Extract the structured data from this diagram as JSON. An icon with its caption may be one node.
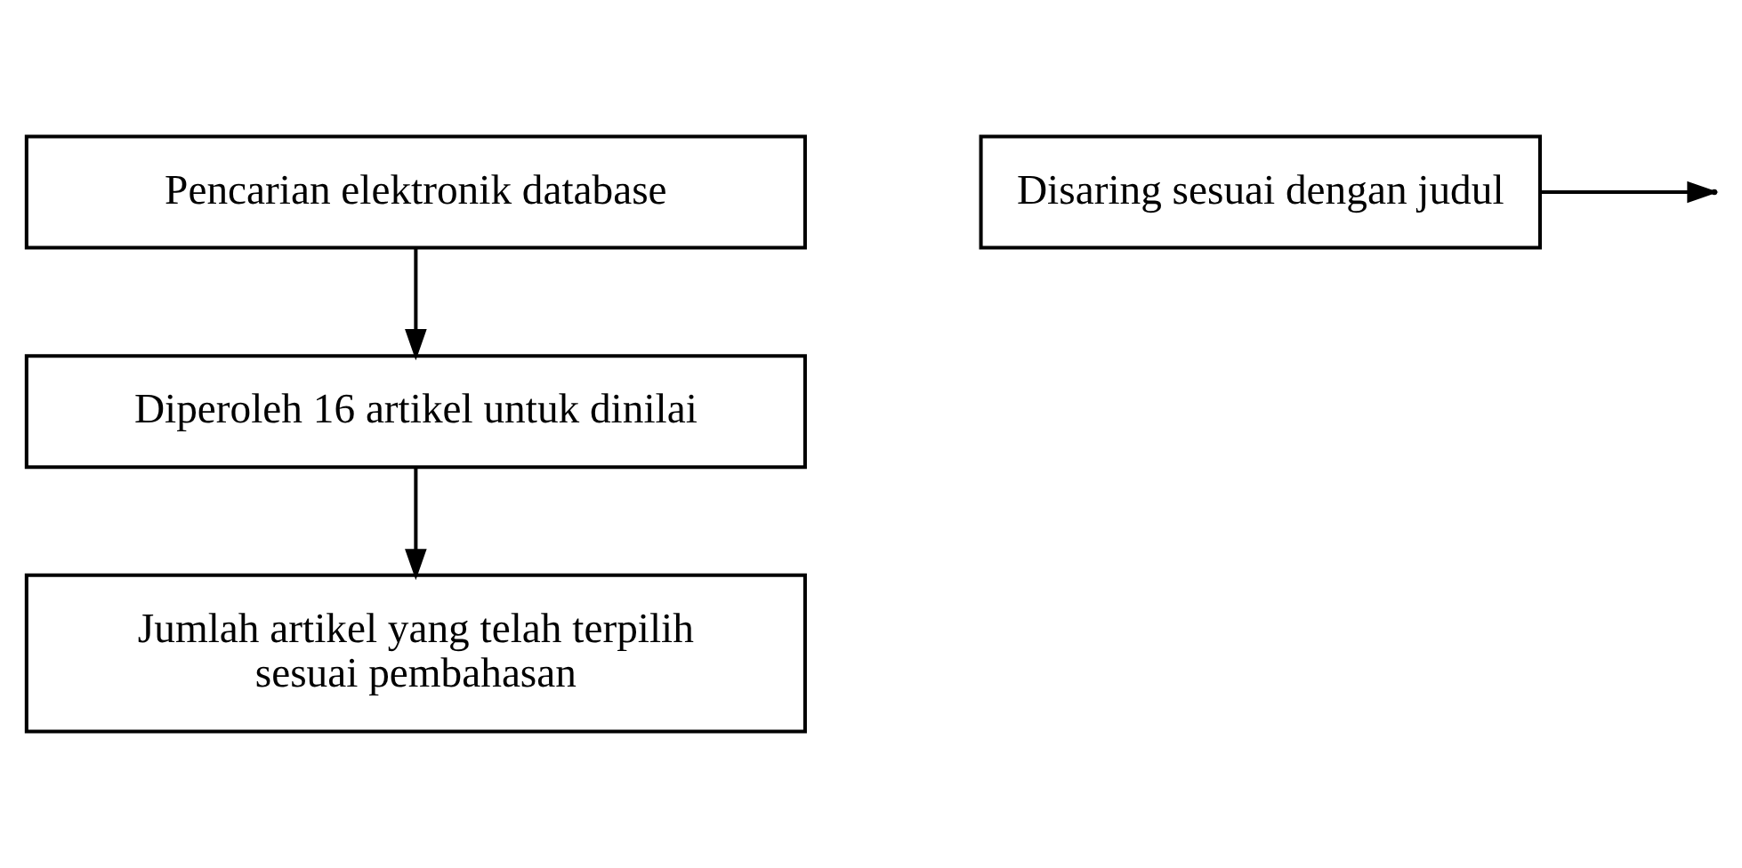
{
  "diagram": {
    "nodes": [
      {
        "text": [
          "Pencarian elektronik database"
        ]
      },
      {
        "text": [
          "Diperoleh 16 artikel untuk dinilai"
        ]
      },
      {
        "text": [
          "Disaring sesuai dengan judul"
        ]
      },
      {
        "text": [
          "Jumlah artikel yang telah terpilih sesuai pembahasan"
        ]
      }
    ],
    "edges": [
      {
        "from": 0,
        "to": 1,
        "arrow": "to"
      },
      {
        "from": 2,
        "to": null,
        "arrow": "to"
      },
      {
        "from": 1,
        "to": 3,
        "arrow": "to"
      }
    ]
  }
}
